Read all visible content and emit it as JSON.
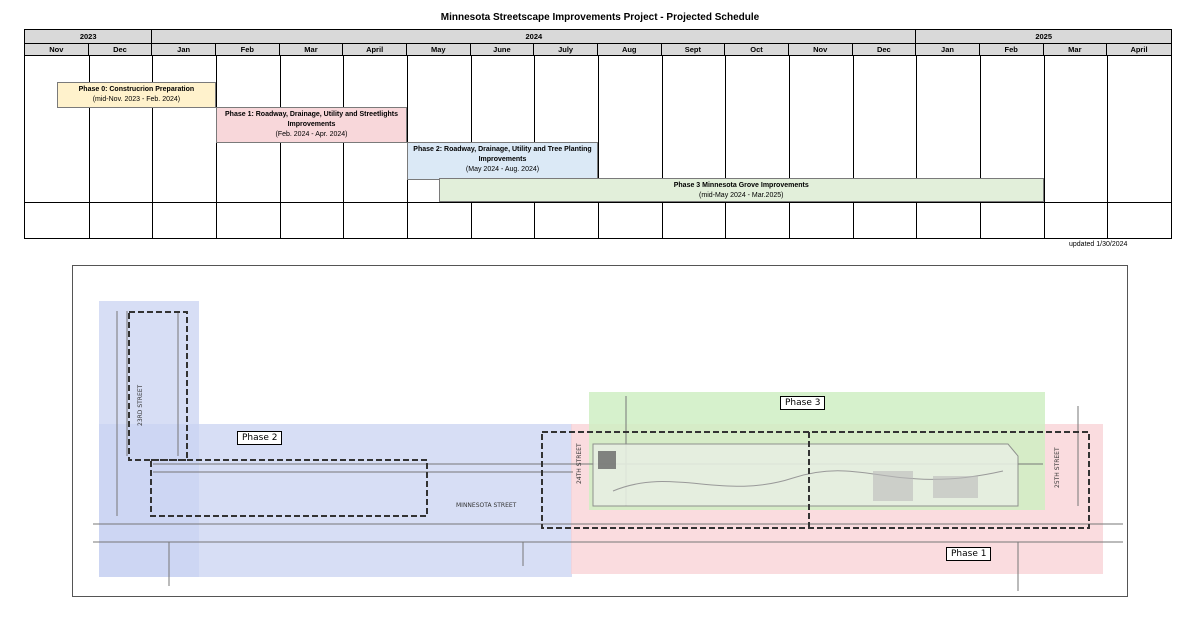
{
  "title": "Minnesota Streetscape Improvements Project - Projected Schedule",
  "schedule": {
    "years": [
      {
        "label": "2023",
        "span": 2
      },
      {
        "label": "2024",
        "span": 12
      },
      {
        "label": "2025",
        "span": 4
      }
    ],
    "months": [
      "Nov",
      "Dec",
      "Jan",
      "Feb",
      "Mar",
      "April",
      "May",
      "June",
      "July",
      "Aug",
      "Sept",
      "Oct",
      "Nov",
      "Dec",
      "Jan",
      "Feb",
      "Mar",
      "April"
    ],
    "phases": [
      {
        "id": "phase0",
        "title": "Phase 0: Construcrion Preparation",
        "subtitle": "(mid-Nov. 2023 - Feb. 2024)",
        "start": 0.5,
        "end": 3.0,
        "color": "#fff2cc"
      },
      {
        "id": "phase1",
        "title": "Phase 1: Roadway, Drainage, Utility and Streetlights Improvements",
        "subtitle": "(Feb. 2024  - Apr. 2024)",
        "start": 3.0,
        "end": 6.0,
        "color": "#f8d7da"
      },
      {
        "id": "phase2",
        "title": "Phase 2: Roadway, Drainage, Utility and Tree Planting Improvements",
        "subtitle": "(May 2024 - Aug. 2024)",
        "start": 6.0,
        "end": 9.0,
        "color": "#dbe9f6"
      },
      {
        "id": "phase3",
        "title": "Phase 3 Minnesota Grove Improvements",
        "subtitle": "(mid-May 2024  - Mar.2025)",
        "start": 6.5,
        "end": 16.0,
        "color": "#e2efda"
      }
    ],
    "updated": "updated 1/30/2024"
  },
  "map": {
    "phase_labels": {
      "phase1": "Phase 1",
      "phase2": "Phase 2",
      "phase3": "Phase 3"
    },
    "streets": {
      "s23": "23RD STREET",
      "s24": "24TH STREET",
      "s25": "25TH STREET",
      "minnesota": "MINNESOTA STREET"
    },
    "colors": {
      "phase1": "#f8d0d4",
      "phase2": "#c9d3f2",
      "phase3": "#cfeec3"
    }
  }
}
